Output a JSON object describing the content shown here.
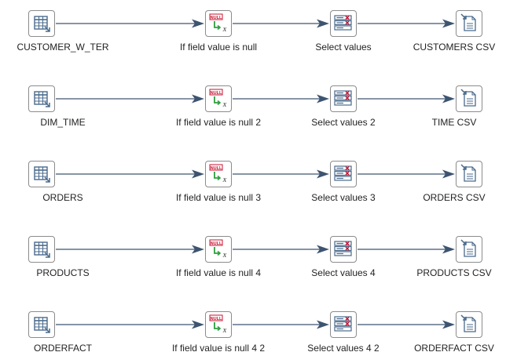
{
  "rows": [
    {
      "table_input": "CUSTOMER_W_TER",
      "if_null": "If field value is null",
      "select": "Select values",
      "output": "CUSTOMERS CSV"
    },
    {
      "table_input": "DIM_TIME",
      "if_null": "If field value is null 2",
      "select": "Select values 2",
      "output": "TIME CSV"
    },
    {
      "table_input": "ORDERS",
      "if_null": "If field value is null 3",
      "select": "Select values 3",
      "output": "ORDERS CSV"
    },
    {
      "table_input": "PRODUCTS",
      "if_null": "If field value is null 4",
      "select": "Select values 4",
      "output": "PRODUCTS CSV"
    },
    {
      "table_input": "ORDERFACT",
      "if_null": "If field value is null 4 2",
      "select": "Select values 4 2",
      "output": "ORDERFACT CSV"
    }
  ],
  "null_badge": "NULL",
  "icons": {
    "table_input": "table-input-icon",
    "if_null": "if-field-value-null-icon",
    "select": "select-values-icon",
    "output": "text-file-output-icon"
  },
  "colors": {
    "hop": "#3d5470",
    "icon_blue": "#4a6a8c",
    "accent_red": "#c8102e",
    "accent_green": "#2e9e3e"
  }
}
